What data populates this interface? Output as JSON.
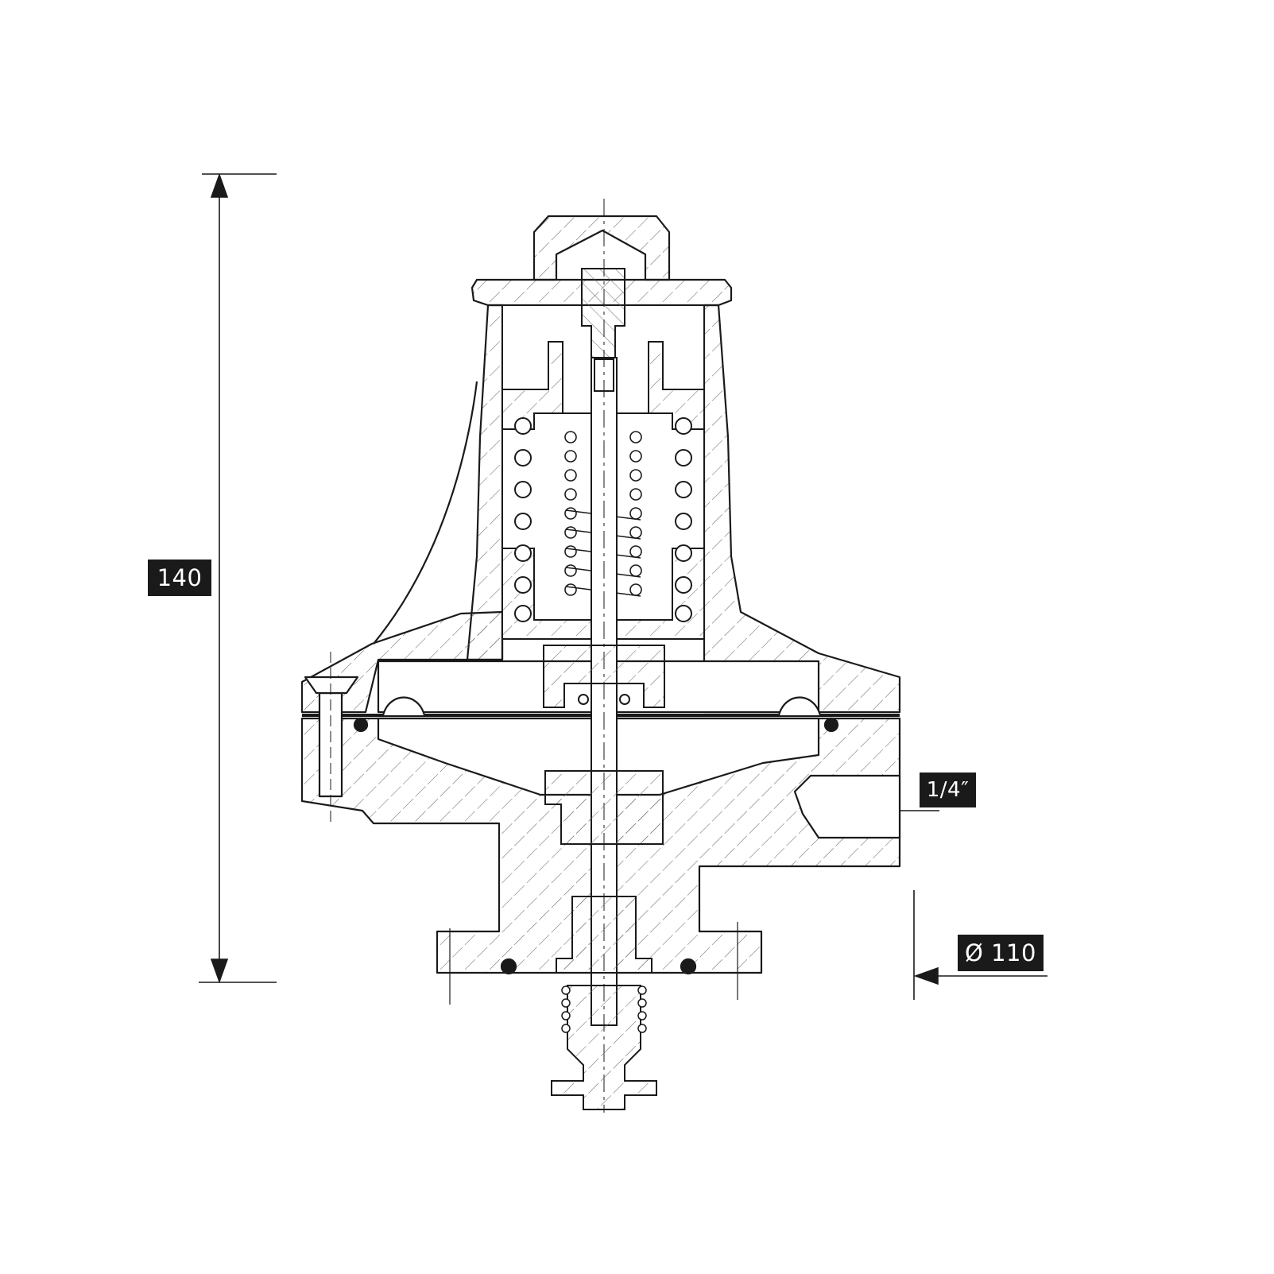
{
  "dimensions": {
    "height": "140",
    "port": "1/4″",
    "diameter": "Ø 110"
  },
  "colors": {
    "line": "#1a1a1a",
    "hatch": "#6a6a6a",
    "label_bg": "#1a1a1a",
    "label_text": "#ffffff",
    "background": "#ffffff"
  }
}
